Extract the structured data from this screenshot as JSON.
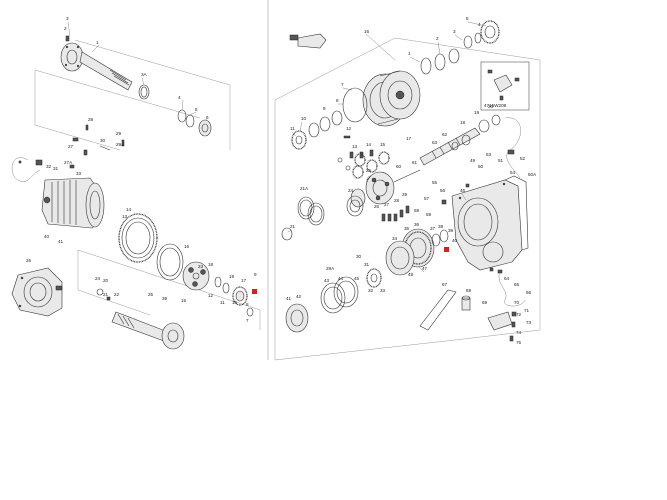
{
  "page_divider_color": "#bdbdbd",
  "marker_color": "#c62828",
  "inset_label": "4715W209",
  "left_callouts": [
    "3",
    "2",
    "1",
    "3A",
    "4",
    "5",
    "6",
    "27",
    "28",
    "29",
    "29A",
    "27A",
    "30",
    "32",
    "40",
    "41",
    "33",
    "31",
    "26",
    "39",
    "25",
    "24",
    "20",
    "21",
    "22",
    "23",
    "18",
    "19",
    "17",
    "16",
    "13",
    "14",
    "15",
    "12",
    "11",
    "10",
    "8",
    "7",
    "9"
  ],
  "right_callouts": [
    "16",
    "5",
    "4",
    "3",
    "2",
    "1",
    "7",
    "8",
    "9",
    "10",
    "11",
    "12",
    "13",
    "14",
    "15",
    "17",
    "18",
    "19",
    "20",
    "21",
    "21A",
    "24",
    "25",
    "26",
    "27",
    "28",
    "29",
    "29A",
    "30",
    "31",
    "32",
    "33",
    "34",
    "35",
    "36",
    "37",
    "38",
    "39",
    "40",
    "41",
    "42",
    "43",
    "44",
    "45",
    "46",
    "47",
    "48",
    "49",
    "50",
    "51",
    "52",
    "50A",
    "53",
    "54",
    "55",
    "56",
    "57",
    "58",
    "59",
    "60",
    "61",
    "62",
    "63",
    "64",
    "65",
    "66",
    "67",
    "68",
    "69",
    "70",
    "71",
    "72",
    "73",
    "74",
    "75"
  ]
}
